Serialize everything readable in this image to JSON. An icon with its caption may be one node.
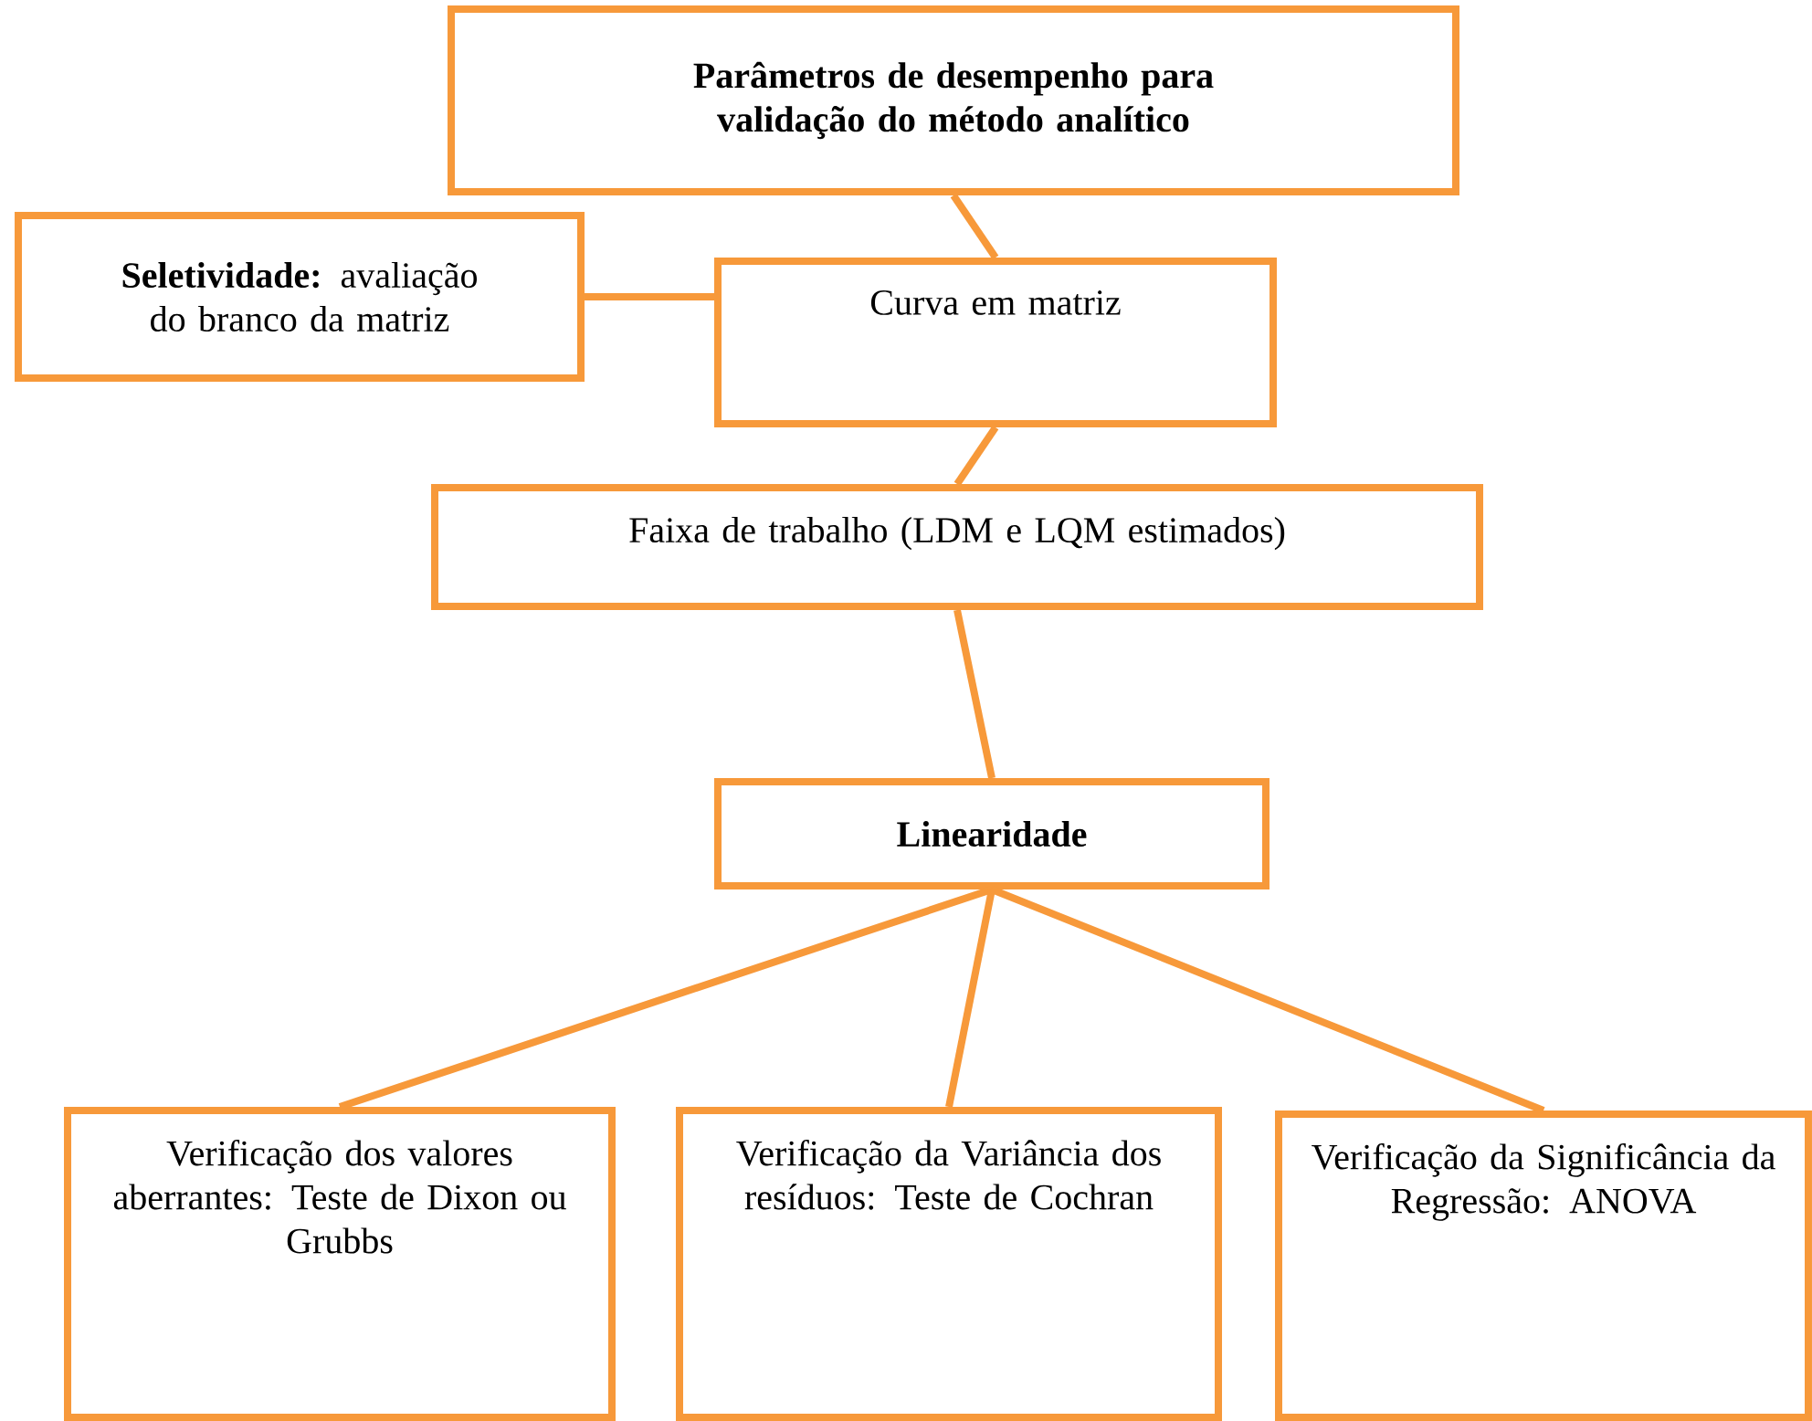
{
  "diagram": {
    "nodes": [
      {
        "text": [
          "**Parâmetros de desempenho para validação do método analítico**"
        ]
      },
      {
        "text": [
          "**Seletividade:** avaliação do branco da matriz"
        ]
      },
      {
        "text": [
          "Curva em matriz"
        ]
      },
      {
        "text": [
          "Faixa de trabalho (LDM e LQM estimados)"
        ]
      },
      {
        "text": [
          "**Linearidade**"
        ]
      },
      {
        "text": [
          "Verificação dos valores aberrantes: Teste de Dixon ou Grubbs"
        ]
      },
      {
        "text": [
          "Verificação da Variância dos resíduos: Teste de Cochran"
        ]
      },
      {
        "text": [
          "Verificação da Significância da Regressão: ANOVA"
        ]
      }
    ],
    "edges": [
      {
        "from": 0,
        "to": 2,
        "arrow": "none"
      },
      {
        "from": 1,
        "to": 2,
        "arrow": "none"
      },
      {
        "from": 2,
        "to": 3,
        "arrow": "none"
      },
      {
        "from": 3,
        "to": 4,
        "arrow": "none"
      },
      {
        "from": 4,
        "to": 5,
        "arrow": "none"
      },
      {
        "from": 4,
        "to": 6,
        "arrow": "none"
      },
      {
        "from": 4,
        "to": 7,
        "arrow": "none"
      }
    ]
  }
}
